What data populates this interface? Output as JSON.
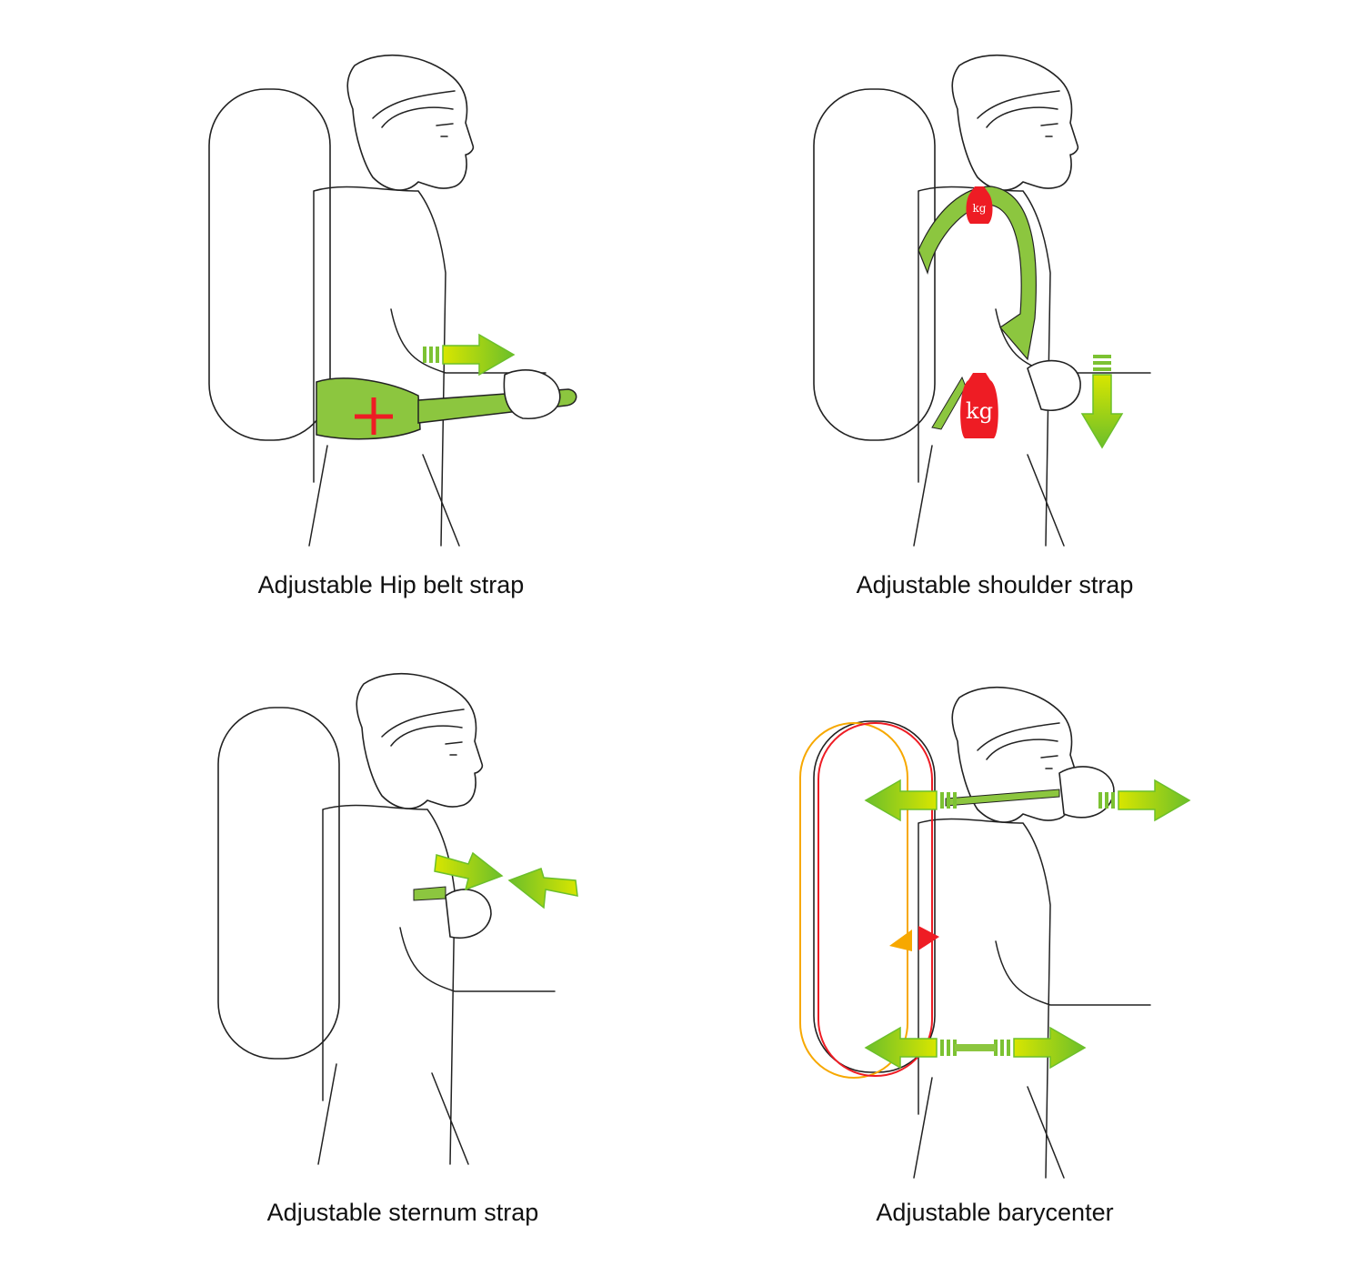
{
  "panels": [
    {
      "caption": "Adjustable Hip belt strap"
    },
    {
      "caption": "Adjustable shoulder strap",
      "weights": [
        "kg",
        "kg"
      ]
    },
    {
      "caption": "Adjustable sternum strap"
    },
    {
      "caption": "Adjustable barycenter"
    }
  ],
  "colors": {
    "strap_green": "#8cc63f",
    "arrow_light": "#d8e600",
    "arrow_dark": "#6cbf2a",
    "weight_red": "#ee1c24",
    "barycenter_orange": "#f7a800",
    "line": "#222222"
  }
}
